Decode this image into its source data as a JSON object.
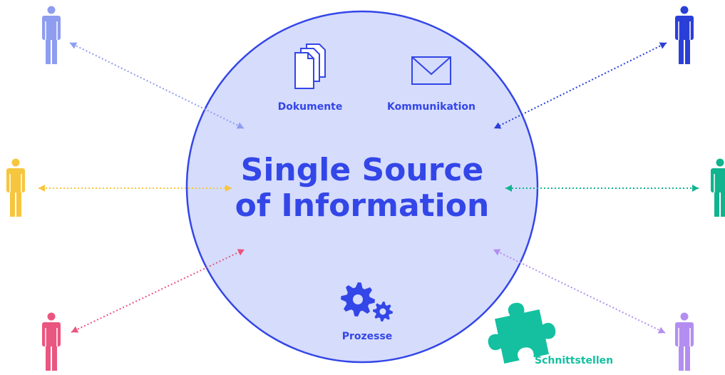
{
  "center": {
    "title_line1": "Single Source",
    "title_line2": "of Information",
    "items": [
      {
        "key": "documents",
        "label": "Dokumente",
        "icon": "documents-icon"
      },
      {
        "key": "communication",
        "label": "Kommunikation",
        "icon": "envelope-icon"
      },
      {
        "key": "processes",
        "label": "Prozesse",
        "icon": "gears-icon"
      }
    ]
  },
  "interface_badge": {
    "label": "Schnittstellen",
    "icon": "puzzle-piece-icon"
  },
  "people": [
    {
      "id": "top-left",
      "color": "#8e9df0",
      "arrow_color": "#8e9df0"
    },
    {
      "id": "mid-left",
      "color": "#f7c63f",
      "arrow_color": "#f7c63f"
    },
    {
      "id": "bottom-left",
      "color": "#e9567f",
      "arrow_color": "#e9567f"
    },
    {
      "id": "top-right",
      "color": "#2a3fd8",
      "arrow_color": "#2a3fd8"
    },
    {
      "id": "mid-right",
      "color": "#10b48f",
      "arrow_color": "#10b48f"
    },
    {
      "id": "bottom-right",
      "color": "#b38ef0",
      "arrow_color": "#b38ef0"
    }
  ],
  "colors": {
    "circle_fill": "#d6dcfb",
    "circle_stroke": "#3346e8",
    "text_primary": "#3346e8",
    "icon_blue": "#3346e8",
    "puzzle_green": "#14c0a0"
  }
}
